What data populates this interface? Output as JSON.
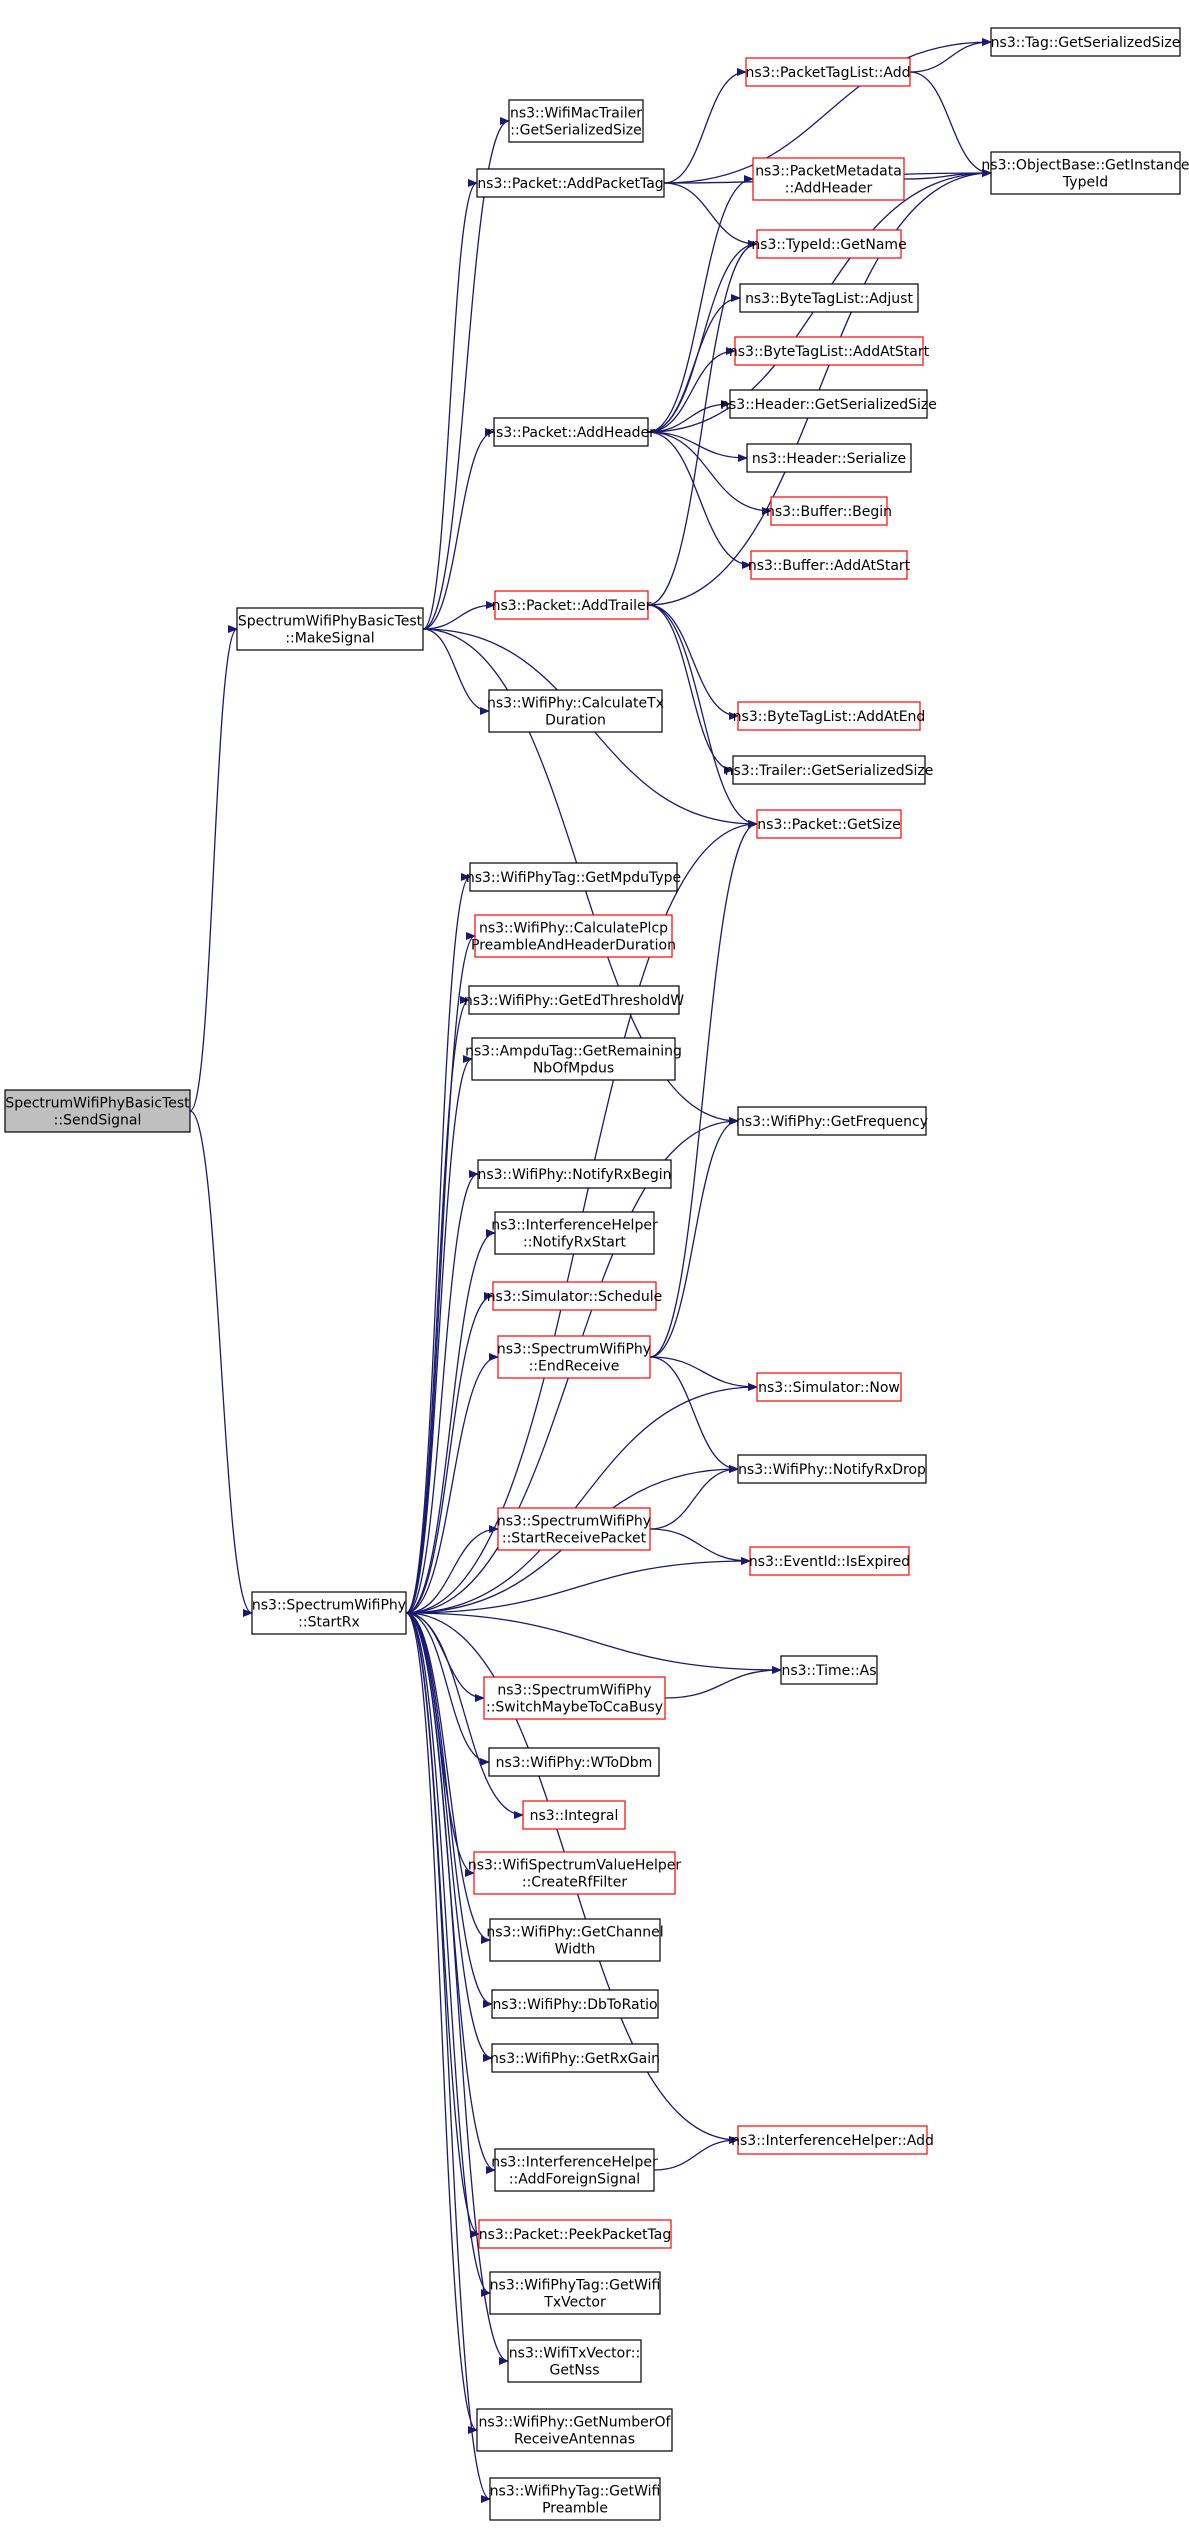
{
  "diagram": {
    "colors": {
      "edge": "#191970",
      "border_normal": "#000000",
      "border_truncated": "#ff0000",
      "root_fill": "#bfbfbf",
      "node_fill": "#ffffff"
    },
    "nodes": [
      {
        "id": "send_signal",
        "lines": [
          "SpectrumWifiPhyBasicTest",
          "::SendSignal"
        ],
        "style": "root"
      },
      {
        "id": "make_signal",
        "lines": [
          "SpectrumWifiPhyBasicTest",
          "::MakeSignal"
        ],
        "style": "normal"
      },
      {
        "id": "start_rx",
        "lines": [
          "ns3::SpectrumWifiPhy",
          "::StartRx"
        ],
        "style": "normal"
      },
      {
        "id": "mac_trailer",
        "lines": [
          "ns3::WifiMacTrailer",
          "::GetSerializedSize"
        ],
        "style": "normal"
      },
      {
        "id": "add_packet_tag",
        "lines": [
          "ns3::Packet::AddPacketTag"
        ],
        "style": "normal"
      },
      {
        "id": "add_header",
        "lines": [
          "ns3::Packet::AddHeader"
        ],
        "style": "normal"
      },
      {
        "id": "add_trailer",
        "lines": [
          "ns3::Packet::AddTrailer"
        ],
        "style": "truncated"
      },
      {
        "id": "calc_tx_duration",
        "lines": [
          "ns3::WifiPhy::CalculateTx",
          "Duration"
        ],
        "style": "normal"
      },
      {
        "id": "tag_ser_size",
        "lines": [
          "ns3::Tag::GetSerializedSize"
        ],
        "style": "normal"
      },
      {
        "id": "tag_list_add",
        "lines": [
          "ns3::PacketTagList::Add"
        ],
        "style": "truncated"
      },
      {
        "id": "get_instance_typeid",
        "lines": [
          "ns3::ObjectBase::GetInstance",
          "TypeId"
        ],
        "style": "normal"
      },
      {
        "id": "metadata_add_header",
        "lines": [
          "ns3::PacketMetadata",
          "::AddHeader"
        ],
        "style": "truncated"
      },
      {
        "id": "typeid_get_name",
        "lines": [
          "ns3::TypeId::GetName"
        ],
        "style": "truncated"
      },
      {
        "id": "bytetag_adjust",
        "lines": [
          "ns3::ByteTagList::Adjust"
        ],
        "style": "normal"
      },
      {
        "id": "bytetag_add_at_start",
        "lines": [
          "ns3::ByteTagList::AddAtStart"
        ],
        "style": "truncated"
      },
      {
        "id": "header_ser_size",
        "lines": [
          "ns3::Header::GetSerializedSize"
        ],
        "style": "normal"
      },
      {
        "id": "header_serialize",
        "lines": [
          "ns3::Header::Serialize"
        ],
        "style": "normal"
      },
      {
        "id": "buffer_begin",
        "lines": [
          "ns3::Buffer::Begin"
        ],
        "style": "truncated"
      },
      {
        "id": "buffer_add_at_start",
        "lines": [
          "ns3::Buffer::AddAtStart"
        ],
        "style": "truncated"
      },
      {
        "id": "bytetag_add_at_end",
        "lines": [
          "ns3::ByteTagList::AddAtEnd"
        ],
        "style": "truncated"
      },
      {
        "id": "trailer_ser_size",
        "lines": [
          "ns3::Trailer::GetSerializedSize"
        ],
        "style": "normal"
      },
      {
        "id": "packet_get_size",
        "lines": [
          "ns3::Packet::GetSize"
        ],
        "style": "truncated"
      },
      {
        "id": "get_mpdu_type",
        "lines": [
          "ns3::WifiPhyTag::GetMpduType"
        ],
        "style": "normal"
      },
      {
        "id": "calc_plcp",
        "lines": [
          "ns3::WifiPhy::CalculatePlcp",
          "PreambleAndHeaderDuration"
        ],
        "style": "truncated"
      },
      {
        "id": "get_ed_threshold",
        "lines": [
          "ns3::WifiPhy::GetEdThresholdW"
        ],
        "style": "normal"
      },
      {
        "id": "ampdu_remaining",
        "lines": [
          "ns3::AmpduTag::GetRemaining",
          "NbOfMpdus"
        ],
        "style": "normal"
      },
      {
        "id": "get_frequency",
        "lines": [
          "ns3::WifiPhy::GetFrequency"
        ],
        "style": "normal"
      },
      {
        "id": "notify_rx_begin",
        "lines": [
          "ns3::WifiPhy::NotifyRxBegin"
        ],
        "style": "normal"
      },
      {
        "id": "ih_notify_rx_start",
        "lines": [
          "ns3::InterferenceHelper",
          "::NotifyRxStart"
        ],
        "style": "normal"
      },
      {
        "id": "simulator_schedule",
        "lines": [
          "ns3::Simulator::Schedule"
        ],
        "style": "truncated"
      },
      {
        "id": "end_receive",
        "lines": [
          "ns3::SpectrumWifiPhy",
          "::EndReceive"
        ],
        "style": "truncated"
      },
      {
        "id": "simulator_now",
        "lines": [
          "ns3::Simulator::Now"
        ],
        "style": "truncated"
      },
      {
        "id": "notify_rx_drop",
        "lines": [
          "ns3::WifiPhy::NotifyRxDrop"
        ],
        "style": "normal"
      },
      {
        "id": "start_receive_packet",
        "lines": [
          "ns3::SpectrumWifiPhy",
          "::StartReceivePacket"
        ],
        "style": "truncated"
      },
      {
        "id": "eventid_is_expired",
        "lines": [
          "ns3::EventId::IsExpired"
        ],
        "style": "truncated"
      },
      {
        "id": "time_as",
        "lines": [
          "ns3::Time::As"
        ],
        "style": "normal"
      },
      {
        "id": "switch_cca_busy",
        "lines": [
          "ns3::SpectrumWifiPhy",
          "::SwitchMaybeToCcaBusy"
        ],
        "style": "truncated"
      },
      {
        "id": "w_to_dbm",
        "lines": [
          "ns3::WifiPhy::WToDbm"
        ],
        "style": "normal"
      },
      {
        "id": "integral",
        "lines": [
          "ns3::Integral"
        ],
        "style": "truncated"
      },
      {
        "id": "create_rf_filter",
        "lines": [
          "ns3::WifiSpectrumValueHelper",
          "::CreateRfFilter"
        ],
        "style": "truncated"
      },
      {
        "id": "get_channel_width",
        "lines": [
          "ns3::WifiPhy::GetChannel",
          "Width"
        ],
        "style": "normal"
      },
      {
        "id": "db_to_ratio",
        "lines": [
          "ns3::WifiPhy::DbToRatio"
        ],
        "style": "normal"
      },
      {
        "id": "get_rx_gain",
        "lines": [
          "ns3::WifiPhy::GetRxGain"
        ],
        "style": "normal"
      },
      {
        "id": "ih_add",
        "lines": [
          "ns3::InterferenceHelper::Add"
        ],
        "style": "truncated"
      },
      {
        "id": "ih_add_foreign",
        "lines": [
          "ns3::InterferenceHelper",
          "::AddForeignSignal"
        ],
        "style": "normal"
      },
      {
        "id": "peek_packet_tag",
        "lines": [
          "ns3::Packet::PeekPacketTag"
        ],
        "style": "truncated"
      },
      {
        "id": "get_wifi_txvector",
        "lines": [
          "ns3::WifiPhyTag::GetWifi",
          "TxVector"
        ],
        "style": "normal"
      },
      {
        "id": "txvector_get_nss",
        "lines": [
          "ns3::WifiTxVector::",
          "GetNss"
        ],
        "style": "normal"
      },
      {
        "id": "get_num_rx_antennas",
        "lines": [
          "ns3::WifiPhy::GetNumberOf",
          "ReceiveAntennas"
        ],
        "style": "normal"
      },
      {
        "id": "get_wifi_preamble",
        "lines": [
          "ns3::WifiPhyTag::GetWifi",
          "Preamble"
        ],
        "style": "normal"
      }
    ],
    "edges": [
      [
        "send_signal",
        "make_signal"
      ],
      [
        "send_signal",
        "start_rx"
      ],
      [
        "make_signal",
        "mac_trailer"
      ],
      [
        "make_signal",
        "add_packet_tag"
      ],
      [
        "make_signal",
        "add_header"
      ],
      [
        "make_signal",
        "add_trailer"
      ],
      [
        "make_signal",
        "calc_tx_duration"
      ],
      [
        "make_signal",
        "packet_get_size"
      ],
      [
        "make_signal",
        "get_frequency"
      ],
      [
        "add_packet_tag",
        "tag_list_add"
      ],
      [
        "add_packet_tag",
        "tag_ser_size"
      ],
      [
        "add_packet_tag",
        "get_instance_typeid"
      ],
      [
        "add_packet_tag",
        "typeid_get_name"
      ],
      [
        "tag_list_add",
        "tag_ser_size"
      ],
      [
        "tag_list_add",
        "get_instance_typeid"
      ],
      [
        "add_header",
        "metadata_add_header"
      ],
      [
        "add_header",
        "typeid_get_name"
      ],
      [
        "add_header",
        "bytetag_adjust"
      ],
      [
        "add_header",
        "bytetag_add_at_start"
      ],
      [
        "add_header",
        "header_ser_size"
      ],
      [
        "add_header",
        "header_serialize"
      ],
      [
        "add_header",
        "buffer_begin"
      ],
      [
        "add_header",
        "buffer_add_at_start"
      ],
      [
        "add_header",
        "get_instance_typeid"
      ],
      [
        "metadata_add_header",
        "get_instance_typeid"
      ],
      [
        "add_trailer",
        "typeid_get_name"
      ],
      [
        "add_trailer",
        "get_instance_typeid"
      ],
      [
        "add_trailer",
        "bytetag_add_at_end"
      ],
      [
        "add_trailer",
        "trailer_ser_size"
      ],
      [
        "add_trailer",
        "packet_get_size"
      ],
      [
        "start_rx",
        "packet_get_size"
      ],
      [
        "start_rx",
        "get_mpdu_type"
      ],
      [
        "start_rx",
        "calc_plcp"
      ],
      [
        "start_rx",
        "get_ed_threshold"
      ],
      [
        "start_rx",
        "ampdu_remaining"
      ],
      [
        "start_rx",
        "get_frequency"
      ],
      [
        "start_rx",
        "notify_rx_begin"
      ],
      [
        "start_rx",
        "ih_notify_rx_start"
      ],
      [
        "start_rx",
        "simulator_schedule"
      ],
      [
        "start_rx",
        "end_receive"
      ],
      [
        "start_rx",
        "simulator_now"
      ],
      [
        "start_rx",
        "notify_rx_drop"
      ],
      [
        "start_rx",
        "start_receive_packet"
      ],
      [
        "start_rx",
        "eventid_is_expired"
      ],
      [
        "start_rx",
        "time_as"
      ],
      [
        "start_rx",
        "switch_cca_busy"
      ],
      [
        "start_rx",
        "w_to_dbm"
      ],
      [
        "start_rx",
        "integral"
      ],
      [
        "start_rx",
        "create_rf_filter"
      ],
      [
        "start_rx",
        "get_channel_width"
      ],
      [
        "start_rx",
        "db_to_ratio"
      ],
      [
        "start_rx",
        "get_rx_gain"
      ],
      [
        "start_rx",
        "ih_add"
      ],
      [
        "start_rx",
        "ih_add_foreign"
      ],
      [
        "start_rx",
        "peek_packet_tag"
      ],
      [
        "start_rx",
        "get_wifi_txvector"
      ],
      [
        "start_rx",
        "txvector_get_nss"
      ],
      [
        "start_rx",
        "get_num_rx_antennas"
      ],
      [
        "start_rx",
        "get_wifi_preamble"
      ],
      [
        "end_receive",
        "packet_get_size"
      ],
      [
        "end_receive",
        "get_frequency"
      ],
      [
        "end_receive",
        "simulator_now"
      ],
      [
        "end_receive",
        "notify_rx_drop"
      ],
      [
        "start_receive_packet",
        "notify_rx_drop"
      ],
      [
        "start_receive_packet",
        "eventid_is_expired"
      ],
      [
        "switch_cca_busy",
        "time_as"
      ],
      [
        "ih_add_foreign",
        "ih_add"
      ]
    ]
  }
}
